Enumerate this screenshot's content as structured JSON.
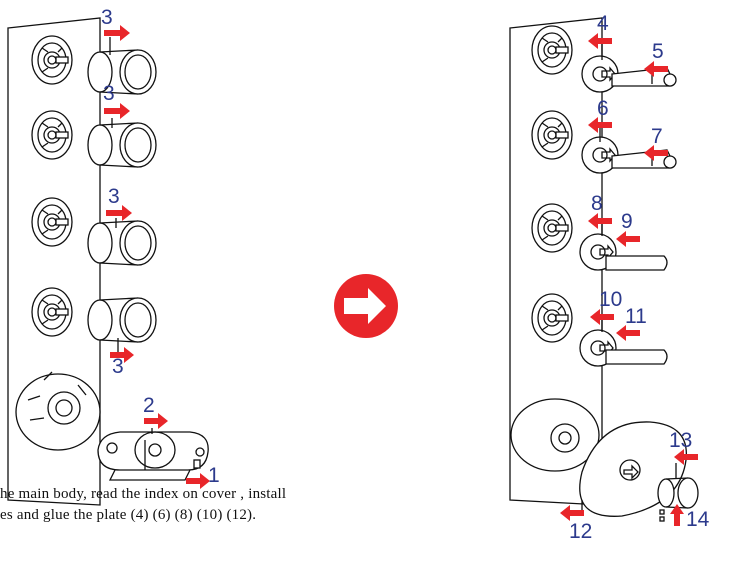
{
  "callouts": {
    "c1": "1",
    "c2": "2",
    "c3a": "3",
    "c3b": "3",
    "c3c": "3",
    "c3d": "3",
    "c4": "4",
    "c5": "5",
    "c6": "6",
    "c7": "7",
    "c8": "8",
    "c9": "9",
    "c10": "10",
    "c11": "11",
    "c12": "12",
    "c13": "13",
    "c14": "14"
  },
  "caption": {
    "line1": "he main body, read the index on cover , install",
    "line2": "es and glue the plate (4) (6) (8) (10) (12)."
  },
  "colors": {
    "arrow": "#e8262a",
    "number": "#2c3a8c",
    "line": "#111111"
  },
  "icons": [
    "big-red-next-arrow",
    "red-direction-arrow"
  ]
}
